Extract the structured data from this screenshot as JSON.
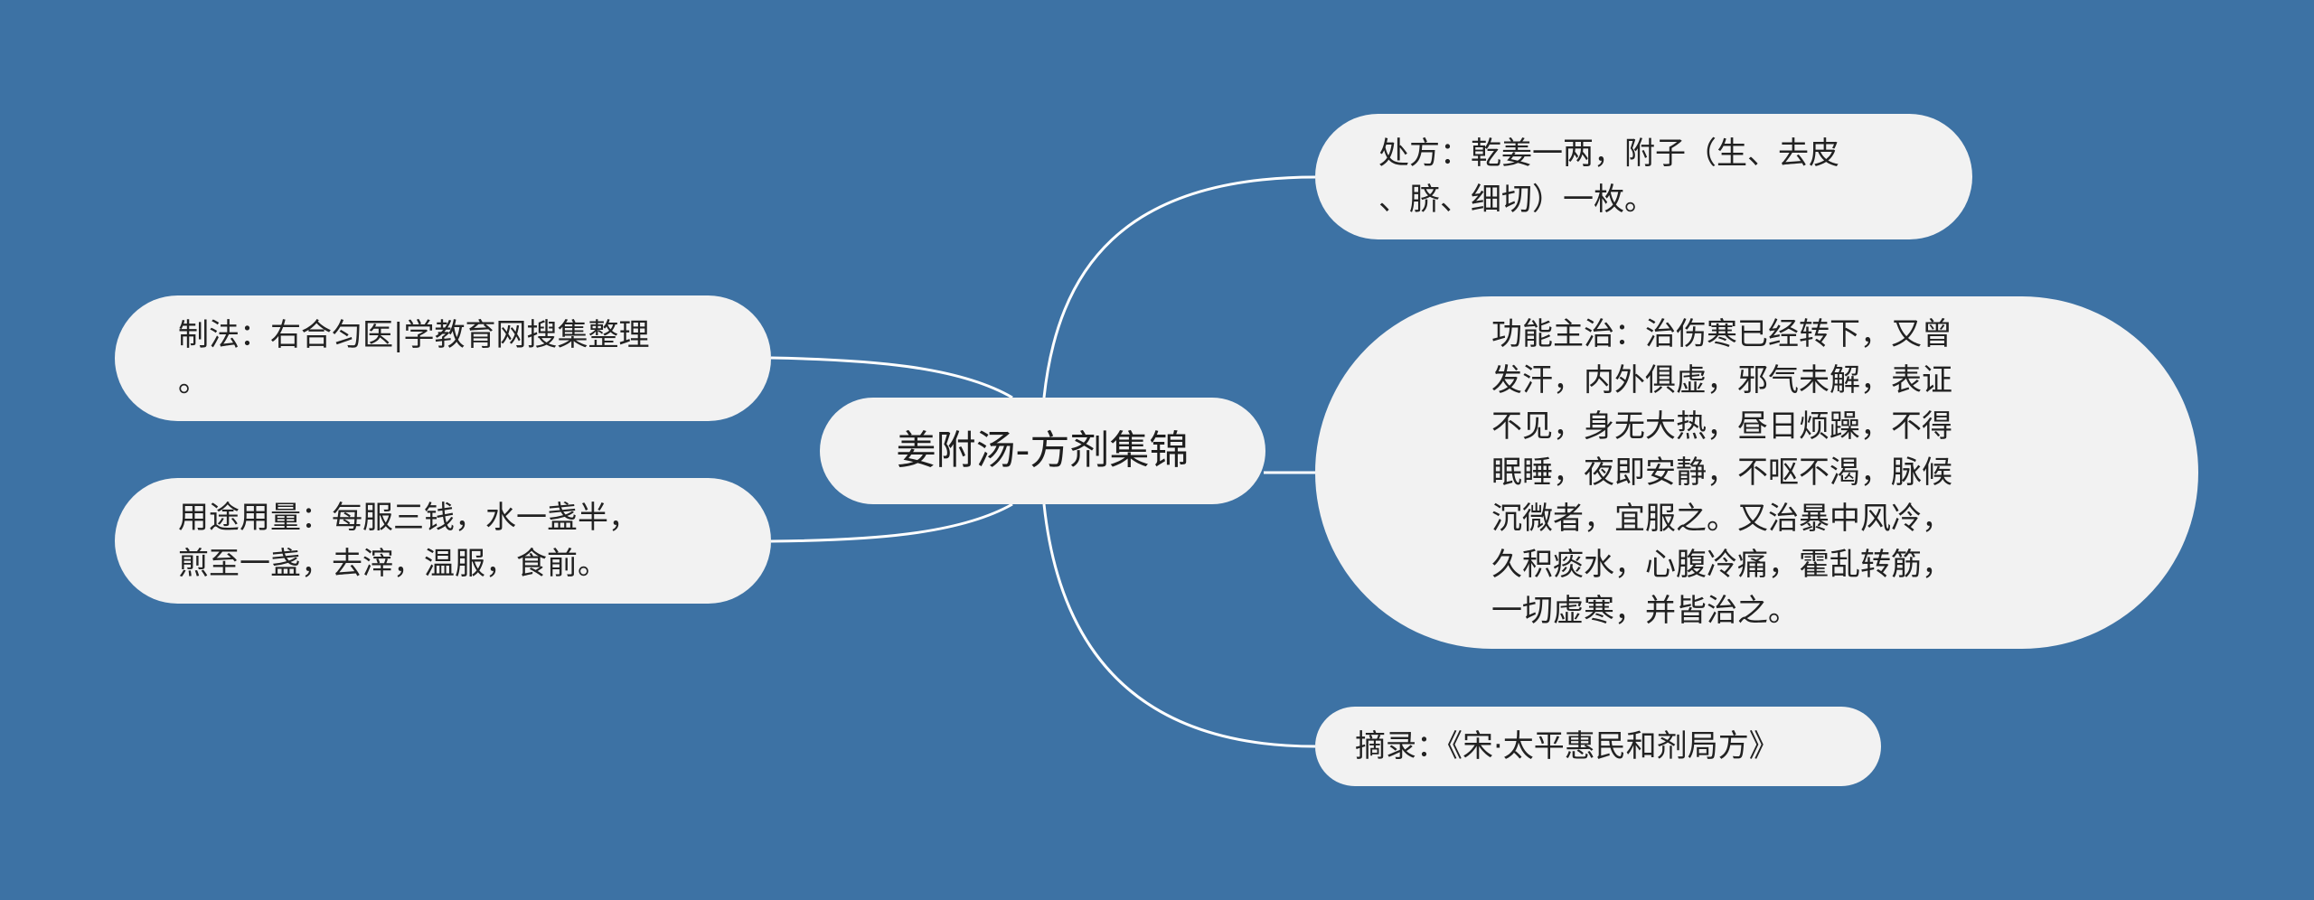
{
  "mindmap": {
    "center": {
      "label": "姜附汤-方剂集锦"
    },
    "branches": {
      "chufang": {
        "label": "处方：乾姜一两，附子（生、去皮\n、脐、细切）一枚。"
      },
      "gongneng": {
        "label": "功能主治：治伤寒已经转下，又曾\n发汗，内外俱虚，邪气未解，表证\n不见，身无大热，昼日烦躁，不得\n眠睡，夜即安静，不呕不渴，脉候\n沉微者，宜服之。又治暴中风冷，\n久积痰水，心腹冷痛，霍乱转筋，\n一切虚寒，并皆治之。"
      },
      "zhailu": {
        "label": "摘录：《宋·太平惠民和剂局方》"
      },
      "zhifa": {
        "label": "制法：右合匀医|学教育网搜集整理\n。"
      },
      "yongtu": {
        "label": "用途用量：每服三钱，水一盏半，\n煎至一盏，去滓，温服，食前。"
      }
    },
    "colors": {
      "background": "#3d72a4",
      "node_fill": "#f2f2f2",
      "link_stroke": "#ffffff",
      "text": "#222222"
    }
  }
}
